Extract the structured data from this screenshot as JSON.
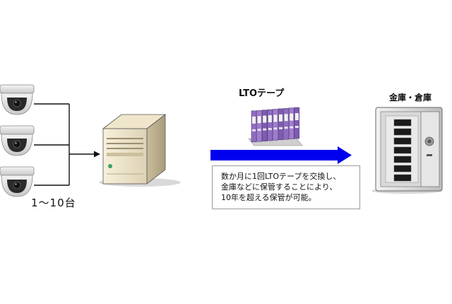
{
  "cameras": {
    "count_label": "1～10台",
    "icon": "dome-camera-icon",
    "items": [
      {
        "name": "camera-1"
      },
      {
        "name": "camera-2"
      },
      {
        "name": "camera-3"
      }
    ]
  },
  "server": {
    "icon": "server-tower-icon"
  },
  "tape": {
    "title": "LTOテープ",
    "icon": "lto-tape-cartridges-icon",
    "cartridge_colors": [
      "#8e6cc0",
      "#a07bd0",
      "#7d5cb0"
    ]
  },
  "safe": {
    "title": "金庫・倉庫",
    "icon": "safe-icon"
  },
  "arrow": {
    "color": "#0000ee"
  },
  "note": {
    "lines": [
      "数か月に1回LTOテープを交換し、",
      "金庫などに保管することにより、",
      "10年を超える保管が可能。"
    ]
  }
}
